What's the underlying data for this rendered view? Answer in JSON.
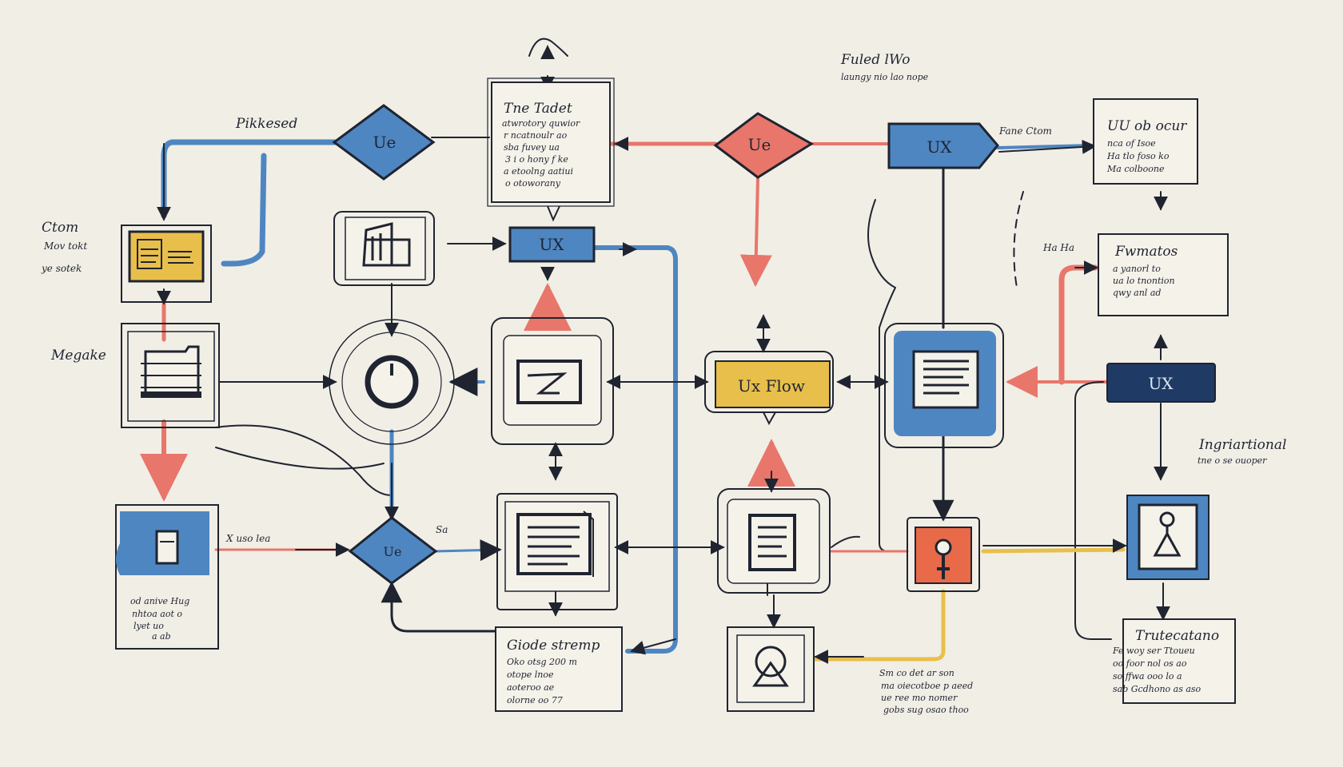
{
  "diagram": {
    "decision_top_left": "Ue",
    "decision_top_center": "Ue",
    "decision_bottom": "Ue",
    "box_top_right": "UX",
    "box_center": "UX",
    "box_right_dark": "UX",
    "flow_main": "Ux Flow",
    "labels": {
      "top_left": "Pikkesed",
      "left_1_lines": [
        "Ctom",
        "Mov tokt",
        "ye sotek"
      ],
      "left_2": "Megake",
      "bottom_left": "X uso lea",
      "bottom_mid": "Sa",
      "right_mid": "Fane Ctom",
      "right_2": "Ha Ha",
      "top_far_right_1": "Fuled lWo",
      "top_far_right_2": "laungy nio lao nope",
      "integrational_1": "Ingriartional",
      "integrational_2": "tne o se ouoper"
    },
    "notes": {
      "top_center": [
        "Tne Tadet",
        "atwrotory quwior",
        "r ncatnoulr ao",
        "sba fuvey ua",
        "3 i o hony f ke",
        "a etoolng aatiui",
        "o otoworany"
      ],
      "top_right": [
        "UU ob ocur",
        "nca of Isoe",
        "Ha tlo foso ko",
        "Ma colboone"
      ],
      "right": [
        "Fwmatos",
        "a yanorl to",
        "ua lo tnontion",
        "qwy anl ad"
      ],
      "bottom_left": [
        "od anive Hug",
        "nhtoa aot o",
        "lyet uo",
        "a ab"
      ],
      "bottom_center": [
        "Giode stremp",
        "Oko otsg 200 m",
        "otope lnoe",
        "aoteroo ae",
        "olorne oo 77"
      ],
      "bottom_right_caption": [
        "Sm co det ar son",
        "ma oiecotboe p aeed",
        "ue ree mo nomer",
        "gobs sug osao thoo"
      ],
      "bottom_right": [
        "Trutecatano",
        "Fe woy ser Ttoueu",
        "oo foor nol os ao",
        "so ffwa ooo lo a",
        "sab Gcdhono as aso"
      ]
    }
  },
  "colors": {
    "background": "#f1eee6",
    "ink": "#1f2430",
    "blue": "#4e86c2",
    "navy": "#203a66",
    "red": "#e8766b",
    "orange": "#e86a48",
    "yellow": "#e8bf4b"
  },
  "icons": {
    "house_block": "house-icon",
    "circle_node": "circle-icon",
    "document_left": "document-icon",
    "doc_lines": "doc-lines-icon",
    "ux_list": "list-icon",
    "keyhole": "keyhole-icon",
    "user": "user-icon",
    "person": "person-icon"
  }
}
